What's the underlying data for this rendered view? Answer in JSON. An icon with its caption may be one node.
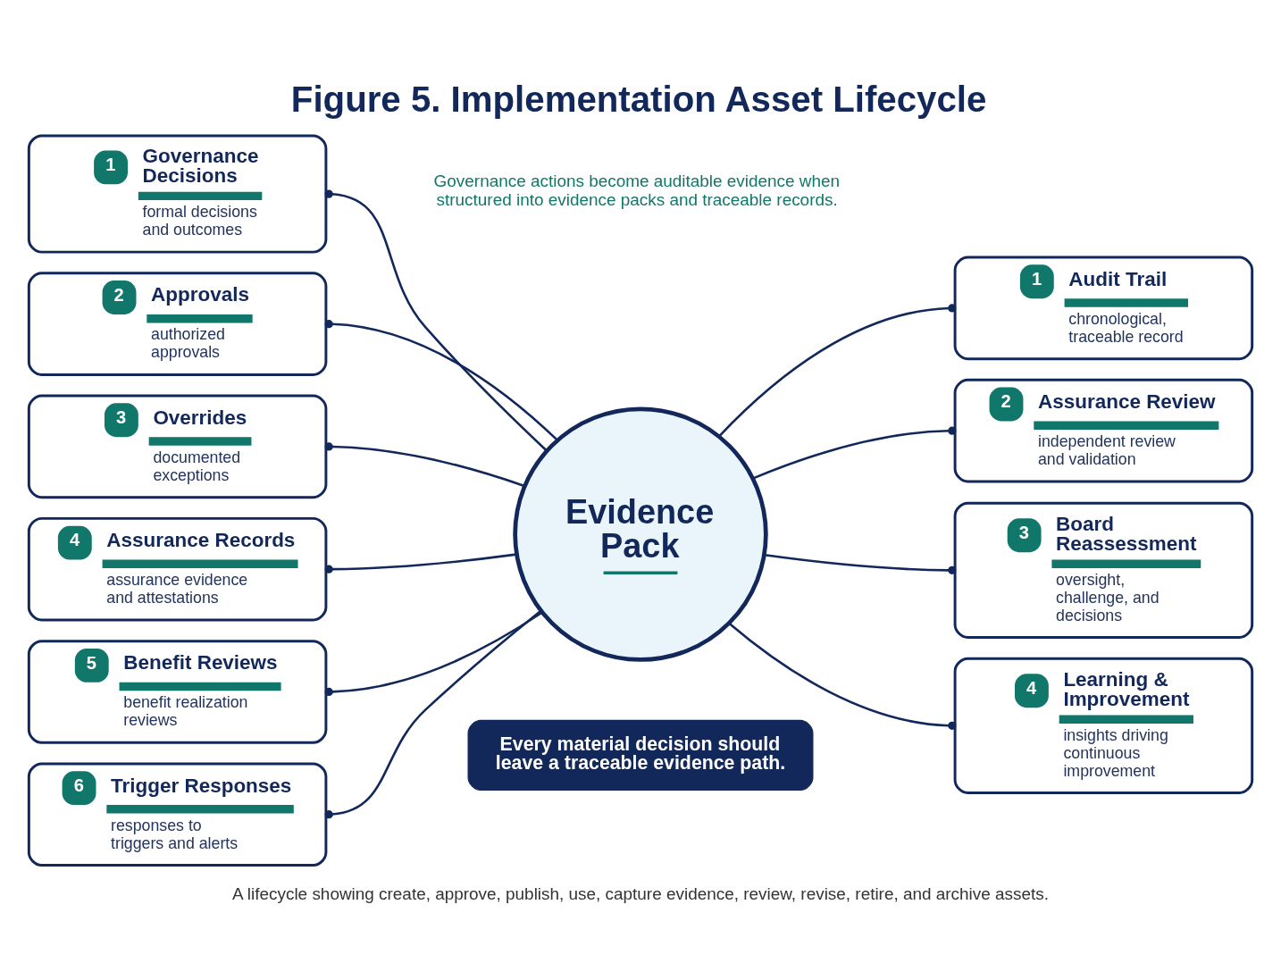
{
  "diagram": {
    "title": "Figure 5. Implementation Asset Lifecycle",
    "caption": "A lifecycle showing create, approve, publish, use, capture evidence, review, revise, retire, and archive assets.",
    "nodes": [
      {
        "text": [
          "1",
          "Governance Decisions",
          "formal decisions and outcomes"
        ]
      },
      {
        "text": [
          "2",
          "Approvals",
          "authorized approvals"
        ]
      },
      {
        "text": [
          "3",
          "Overrides",
          "documented exceptions"
        ]
      },
      {
        "text": [
          "4",
          "Assurance Records",
          "assurance evidence and attestations"
        ]
      },
      {
        "text": [
          "5",
          "Benefit Reviews",
          "benefit realization reviews"
        ]
      },
      {
        "text": [
          "6",
          "Trigger Responses",
          "responses to triggers and alerts"
        ]
      },
      {
        "text": [
          "Evidence Pack"
        ]
      },
      {
        "text": [
          "1",
          "Audit Trail",
          "chronological, traceable record"
        ]
      },
      {
        "text": [
          "2",
          "Assurance Review",
          "independent review and validation"
        ]
      },
      {
        "text": [
          "3",
          "Board Reassessment",
          "oversight, challenge, and decisions"
        ]
      },
      {
        "text": [
          "4",
          "Learning & Improvement",
          "insights driving continuous improvement"
        ]
      },
      {
        "text": [
          "Every material decision should leave a traceable evidence path."
        ]
      }
    ],
    "edges": [
      {
        "from": 0,
        "to": 6,
        "arrow": "other"
      },
      {
        "from": 1,
        "to": 6,
        "arrow": "other"
      },
      {
        "from": 2,
        "to": 6,
        "arrow": "other"
      },
      {
        "from": 3,
        "to": 6,
        "arrow": "other"
      },
      {
        "from": 4,
        "to": 6,
        "arrow": "other"
      },
      {
        "from": 5,
        "to": 6,
        "arrow": "other"
      },
      {
        "from": 6,
        "to": 7,
        "arrow": "other"
      },
      {
        "from": 6,
        "to": 8,
        "arrow": "other"
      },
      {
        "from": 6,
        "to": 9,
        "arrow": "other"
      },
      {
        "from": 6,
        "to": 10,
        "arrow": "other"
      }
    ],
    "labels": [
      "Governance actions become auditable evidence when structured into evidence packs and traceable records."
    ]
  }
}
